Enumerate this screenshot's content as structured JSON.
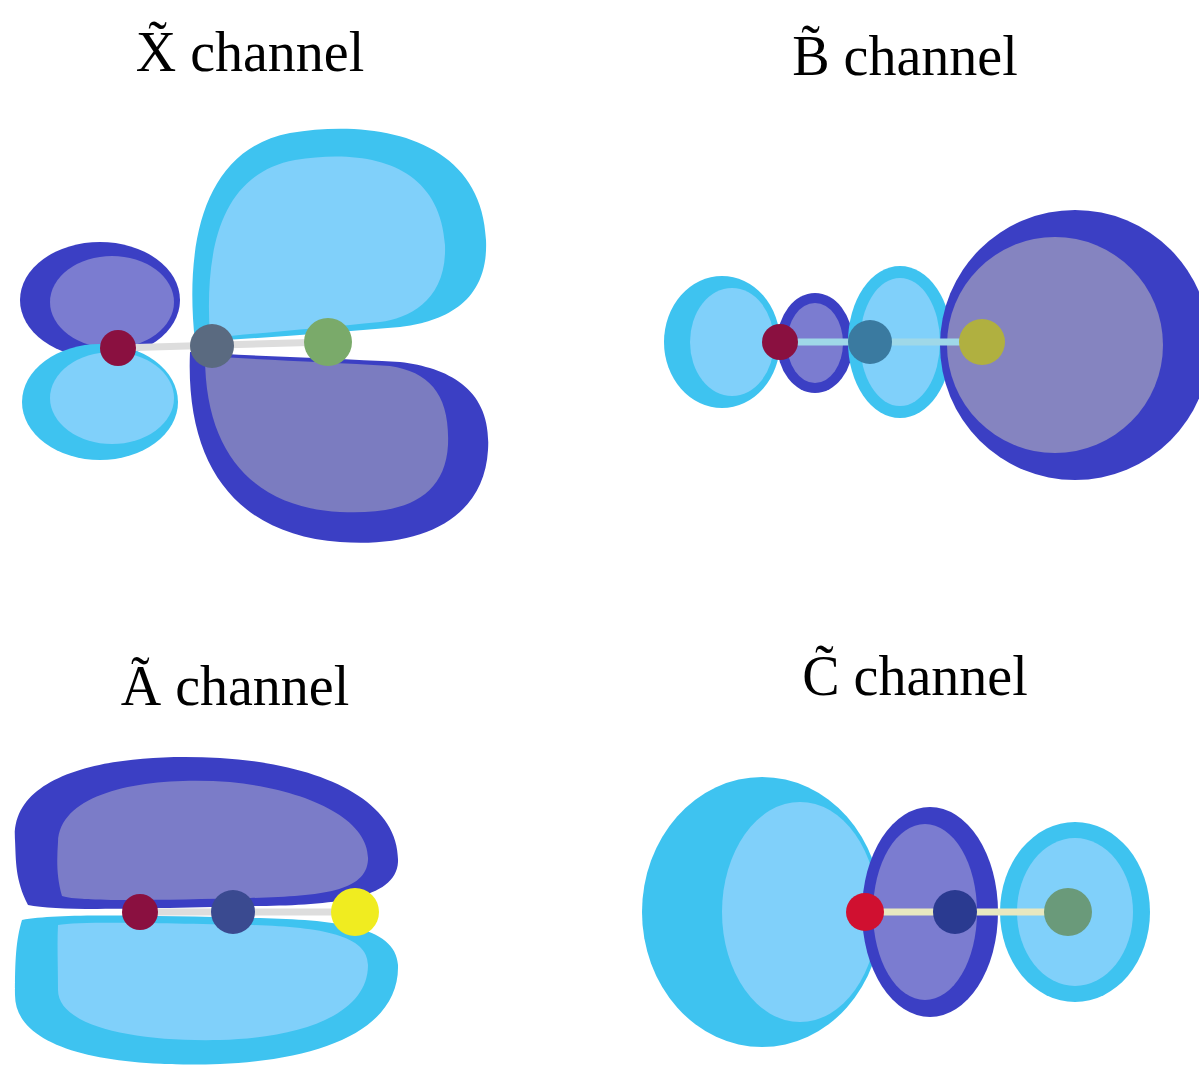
{
  "diagram": {
    "labels": [
      "X̃ channel",
      "B̃ channel",
      "Ã channel",
      "C̃ channel"
    ]
  }
}
